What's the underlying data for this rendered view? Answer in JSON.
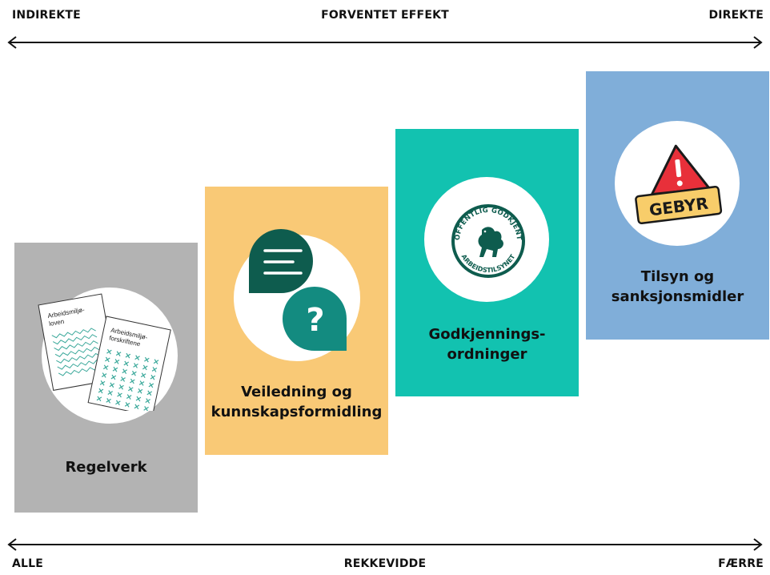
{
  "top_axis": {
    "left": "INDIREKTE",
    "center": "FORVENTET EFFEKT",
    "right": "DIREKTE"
  },
  "bottom_axis": {
    "left": "ALLE",
    "center": "REKKEVIDDE",
    "right": "FÆRRE"
  },
  "cards": [
    {
      "title": "Regelverk",
      "color": "#b3b3b3",
      "icon": "law-documents-icon",
      "doc1_title_line1": "Arbeidsmiljø-",
      "doc1_title_line2": "loven",
      "doc2_title_line1": "Arbeidsmiljø-",
      "doc2_title_line2": "forskriftene"
    },
    {
      "title_line1": "Veiledning og",
      "title_line2": "kunnskapsformidling",
      "color": "#f9c976",
      "icon": "speech-bubbles-icon"
    },
    {
      "title_line1": "Godkjennings-",
      "title_line2": "ordninger",
      "color": "#12c2b0",
      "icon": "approval-seal-icon",
      "seal_top": "OFFENTLIG GODKJENT",
      "seal_bottom": "ARBEIDSTILSYNET"
    },
    {
      "title_line1": "Tilsyn og",
      "title_line2": "sanksjonsmidler",
      "color": "#80aed9",
      "icon": "warning-fee-icon",
      "fee_label": "GEBYR"
    }
  ],
  "colors": {
    "dark_green": "#0e5c4e",
    "teal": "#138b80",
    "seal_green": "#0e5c4e",
    "warning_red": "#e8303a",
    "fee_yellow": "#f8cd6a"
  }
}
